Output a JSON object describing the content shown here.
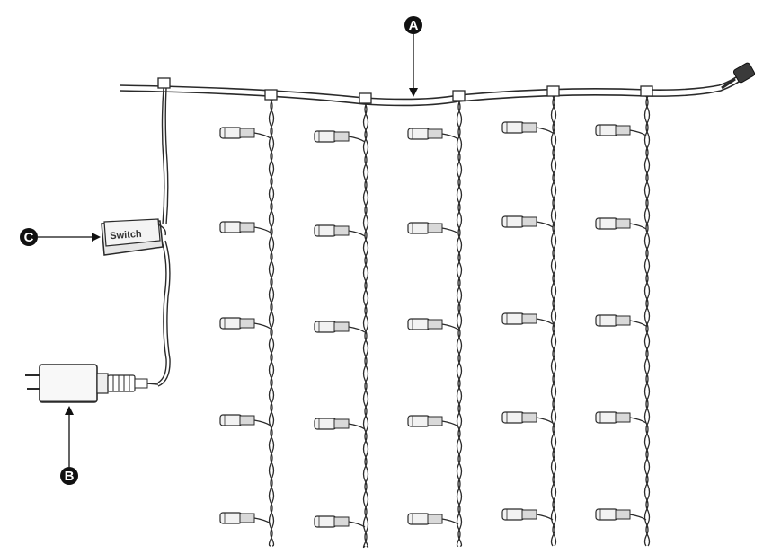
{
  "callouts": {
    "a": "A",
    "b": "B",
    "c": "C"
  },
  "switch_box": {
    "label": "Switch"
  },
  "colors": {
    "line": "#2a2a2a",
    "bulb_fill": "#f2f2f2",
    "bulb_base": "#d9d9d9",
    "callout_fill": "#111111",
    "box_fill": "#eeeeee"
  }
}
